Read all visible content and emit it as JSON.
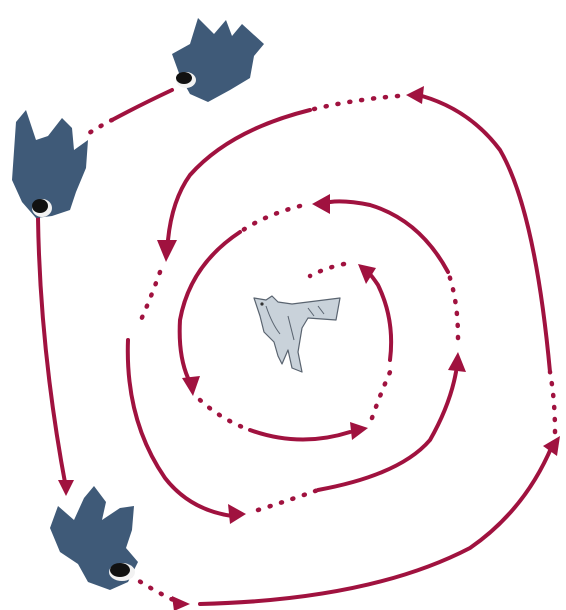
{
  "figure": {
    "colors": {
      "path": "#a0123f",
      "falcon": "#3f5a78",
      "pigeon": "#c9d2da"
    },
    "elements": [
      {
        "name": "falcon-icon",
        "count": 3
      },
      {
        "name": "pigeon-icon",
        "count": 1
      },
      {
        "name": "flight-path-arrow",
        "count": 12
      }
    ]
  }
}
